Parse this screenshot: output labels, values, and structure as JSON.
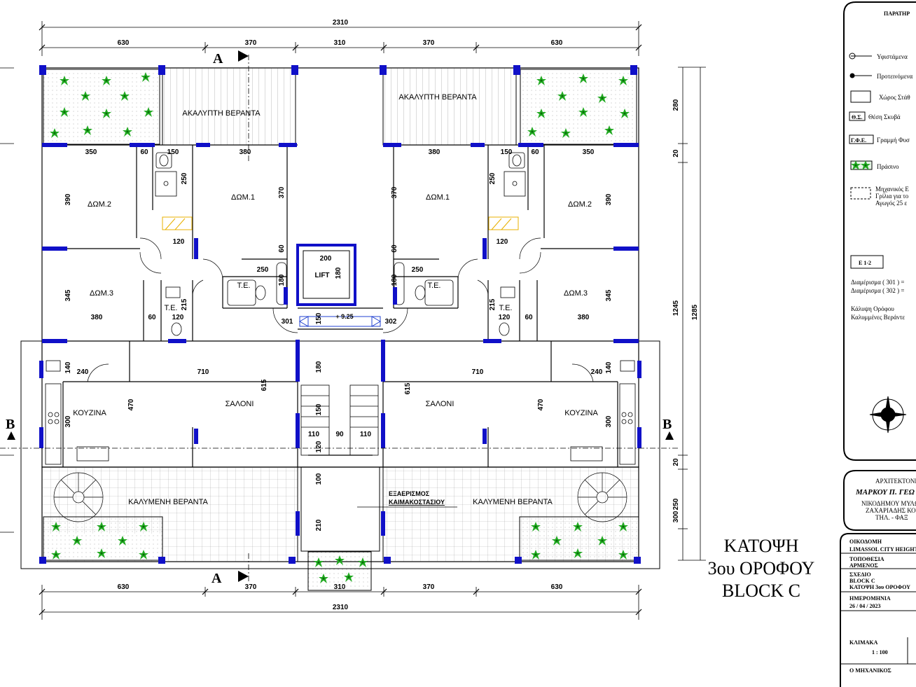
{
  "dimensions": {
    "overall_top": "2310",
    "overall_bottom": "2310",
    "top_segments": [
      "630",
      "370",
      "310",
      "370",
      "630"
    ],
    "bottom_segments": [
      "630",
      "370",
      "310",
      "370",
      "630"
    ],
    "right_segments": [
      "280",
      "20",
      "1245",
      "20",
      "250",
      "300"
    ],
    "right_total": "1285",
    "interior": {
      "d350a": "350",
      "d60a": "60",
      "d150a": "150",
      "d380a": "380",
      "d370a": "370",
      "d390a": "390",
      "d250a": "250",
      "d120a": "120",
      "d345a": "345",
      "d380b": "380",
      "d60b": "60",
      "d215a": "215",
      "d120b": "120",
      "d250b": "250",
      "d180a": "180",
      "d60c": "60",
      "d200": "200",
      "d180b": "180",
      "d150b": "150",
      "d140a": "140",
      "d240a": "240",
      "d710a": "710",
      "d615a": "615",
      "d470a": "470",
      "d300a": "300",
      "d180c": "180",
      "d150c": "150",
      "d110a": "110",
      "d90": "90",
      "d110b": "110",
      "d120c": "120",
      "d100": "100",
      "d210": "210",
      "d380c": "380",
      "d60d": "60",
      "d150d": "150",
      "d350b": "350",
      "d370b": "370",
      "d390b": "390",
      "d250c": "250",
      "d120d": "120",
      "d345b": "345",
      "d215b": "215",
      "d120e": "120",
      "d60e": "60",
      "d380d": "380",
      "d250d": "250",
      "d180d": "180",
      "d60f": "60",
      "d140b": "140",
      "d240b": "240",
      "d710b": "710",
      "d615b": "615",
      "d470b": "470",
      "d300b": "300"
    }
  },
  "rooms": {
    "left": {
      "bed2": "ΔΩΜ.2",
      "bed1": "ΔΩΜ.1",
      "bed3": "ΔΩΜ.3",
      "te1": "Τ.Ε.",
      "te2": "Τ.Ε.",
      "kitchen": "ΚΟΥΖΙΝΑ",
      "living": "ΣΑΛΟΝΙ",
      "veranda_open": "ΑΚΑΛΥΠΤΗ ΒΕΡΑΝΤΑ",
      "veranda_covered": "ΚΑΛΥΜΕΝΗ ΒΕΡΑΝΤΑ"
    },
    "right": {
      "bed2": "ΔΩΜ.2",
      "bed1": "ΔΩΜ.1",
      "bed3": "ΔΩΜ.3",
      "te1": "Τ.Ε.",
      "te2": "Τ.Ε.",
      "kitchen": "ΚΟΥΖΙΝΑ",
      "living": "ΣΑΛΟΝΙ",
      "veranda_open": "ΑΚΑΛΥΠΤΗ ΒΕΡΑΝΤΑ",
      "veranda_covered": "ΚΑΛΥΜΕΝΗ ΒΕΡΑΝΤΑ"
    },
    "lift": "LIFT",
    "apt_left": "301",
    "apt_right": "302",
    "level": "+ 9.25",
    "equipment_line1": "ΕΞΑΕΡΙΣΜΟΣ",
    "equipment_line2": "ΚΑΙΜΑΚΟΣΤΑΣΙΟΥ"
  },
  "sections": {
    "a": "A",
    "b": "B"
  },
  "title": {
    "line1": "ΚΑΤΟΨΗ",
    "line2": "3ου ΟΡΟΦΟΥ",
    "line3": "BLOCK C"
  },
  "legend": {
    "heading": "ΠΑΡΑΤΗΡ",
    "items": [
      "Υφιστάμενα",
      "Προτεινόμενα",
      "Χώρος Στάθ",
      "Θέση Σκυβά",
      "Γραμμή Φυσ",
      "Πράσινο"
    ],
    "codes": [
      "Θ.Σ.",
      "Γ.Φ.Ε."
    ],
    "mech_lines": [
      "Μηχανικός Ε",
      "Γρίλια για το",
      "Αγωγός 25 ε"
    ],
    "zone": "Ε 1-2",
    "apt_lines": [
      "Διαμέρισμα ( 301 ) =",
      "Διαμέρισμα ( 302 ) ="
    ],
    "cover_lines": [
      "Κάλυψη Ορόφου",
      "Καλυμμένες Βεράντε"
    ]
  },
  "architect": {
    "heading": "ΑΡΧΙΤΕΚΤΟΝΙΚΟ",
    "name": "ΜΑΡΚΟΥ Π. ΓΕΩ",
    "line1": "ΝΙΚΟΔΗΜΟΥ ΜΥΛΩ",
    "line2": "ΖΑΧΑΡΙΑΔΗΣ ΚΟΡ",
    "line3": "ΤΗΛ. - ΦΑΞ"
  },
  "titleblock": [
    {
      "label": "ΟΙΚΟΔΟΜΗ",
      "value": "LIMASSOL CITY HEIGHT"
    },
    {
      "label": "ΤΟΠΟΘΕΣΙΑ",
      "value": "ΑΡΜΕΝΟΣ"
    },
    {
      "label": "ΣΧΕΔΙΟ",
      "value": "BLOCK C",
      "value2": "ΚΑΤΟΨΗ 3ου ΟΡΟΦΟΥ"
    },
    {
      "label": "ΗΜΕΡΟΜΗΝΙΑ",
      "value": "26 / 04 / 2023"
    },
    {
      "label": "ΚΛΙΜΑΚΑ",
      "value": "1 : 100"
    },
    {
      "label": "Ο ΜΗΧΑΝΙΚΟΣ",
      "value": ""
    }
  ],
  "colors": {
    "wall": "#000000",
    "column": "#1010c8",
    "green": "#22aa22",
    "yellow": "#e8b000",
    "grid": "#999999",
    "arrow": "#2040d0"
  }
}
